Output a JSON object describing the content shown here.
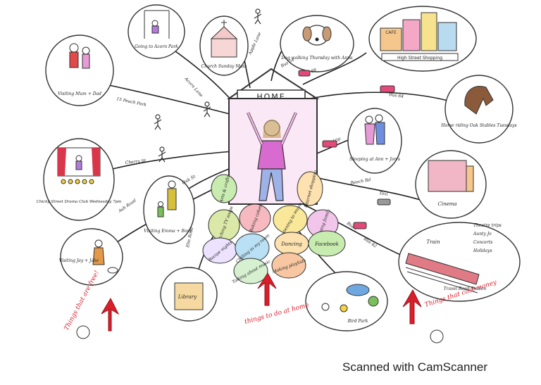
{
  "center": {
    "label": "HOME"
  },
  "home_activities": [
    "Watching TV soaps",
    "Baking cakes",
    "Listening to music",
    "Skyping family",
    "Recipe nights",
    "Chilling in my room",
    "Dancing",
    "Facebook",
    "Talking about music",
    "Making playlists",
    "Arts & crafts",
    "Internet shopping"
  ],
  "destinations": [
    "Visiting Mum + Dad",
    "Going to Acorn Park",
    "Church Sunday Mass",
    "Dog walking Thursday with Anna",
    "High Street Shopping",
    "Horse riding Oak Stables Tuesdays",
    "Sleeping at Ann + Jon's",
    "Cinema",
    "Train",
    "Visiting Emma + Boss",
    "Library",
    "Visiting Jay + Jake",
    "Bird Park",
    "Chicky Street Drama Club Wednesday 7pm"
  ],
  "routes": [
    "15 Peach Park",
    "Acorn Lane",
    "Apple Lane",
    "Bus 54",
    "Bus 88",
    "Bus 64",
    "Bus 100",
    "Beech Rd",
    "Taxi",
    "Bus 7",
    "Elm Road",
    "Oak St",
    "Cherry St.",
    "Ash Road",
    "Bus 42"
  ],
  "train_notes": [
    "Theatre trips",
    "Aunty Jo",
    "Concerts",
    "Holidays"
  ],
  "train_station_label": "Travel Road Station",
  "annotations": {
    "free": "Things that are free!",
    "home": "things to do at home",
    "money": "Things that cost money"
  },
  "footer": "Scanned with CamScanner"
}
